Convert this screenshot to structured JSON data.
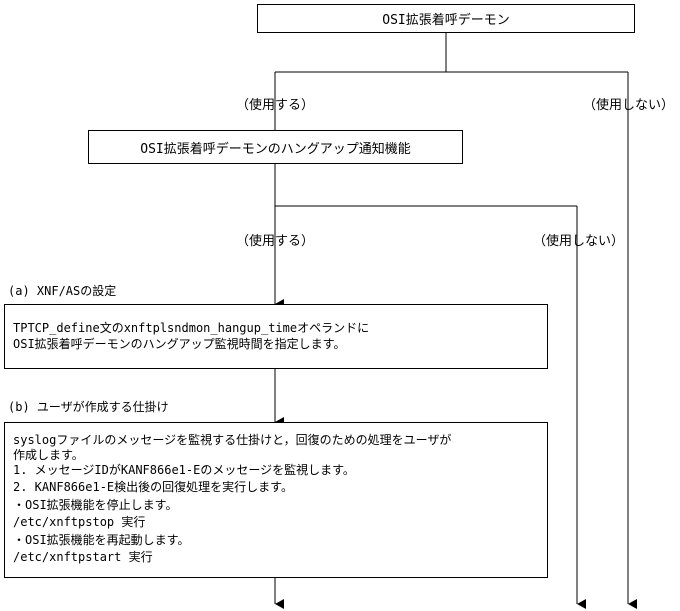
{
  "title_box": "OSI拡張着呼デーモン",
  "use_label_1": "（使用する）",
  "not_use_label_1": "（使用しない）",
  "hangup_box": "OSI拡張着呼デーモンのハングアップ通知機能",
  "use_label_2": "（使用する）",
  "not_use_label_2": "（使用しない）",
  "section_a": {
    "heading": "(a) XNF/ASの設定",
    "lines": [
      "TPTCP_define文のxnftplsndmon_hangup_timeオペランドに",
      "OSI拡張着呼デーモンのハングアップ監視時間を指定します。"
    ]
  },
  "section_b": {
    "heading": "(b) ユーザが作成する仕掛け",
    "lines": [
      "syslogファイルのメッセージを監視する仕掛けと，回復のための処理をユーザが",
      "作成します。",
      "1. メッセージIDがKANF866e1-Eのメッセージを監視します。",
      "2. KANF866e1-E検出後の回復処理を実行します。",
      "  ・OSI拡張機能を停止します。",
      "  /etc/xnftpstop 実行",
      "  ・OSI拡張機能を再起動します。",
      "  /etc/xnftpstart 実行"
    ]
  }
}
